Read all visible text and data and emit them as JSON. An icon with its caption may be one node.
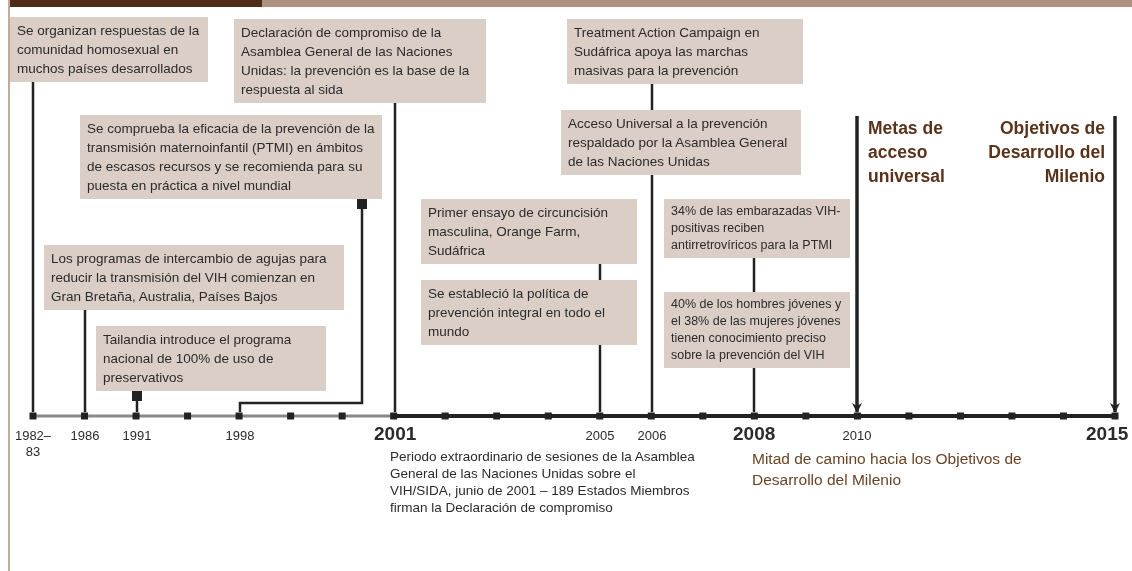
{
  "diagram": {
    "nodes": [
      {
        "text": [
          "Se organizan respuestas de la comunidad homosexual en muchos países desarrollados"
        ]
      },
      {
        "text": [
          "Declaración de compromiso de la Asamblea General de las Naciones Unidas: la prevención es la base de la respuesta al sida"
        ]
      },
      {
        "text": [
          "Treatment Action Campaign en Sudáfrica apoya las marchas masivas para la prevención"
        ]
      },
      {
        "text": [
          "Se comprueba la eficacia de la prevención de la transmisión maternoinfantil (PTMI) en ámbitos de escasos recursos y se recomienda para su puesta en práctica a nivel mundial"
        ]
      },
      {
        "text": [
          "Acceso Universal a la prevención respaldado por la Asamblea General de las Naciones Unidas"
        ]
      },
      {
        "text": [
          "Metas de acceso universal"
        ]
      },
      {
        "text": [
          "Objetivos de Desarrollo del Milenio"
        ]
      },
      {
        "text": [
          "Primer ensayo de circuncisión masculina, Orange Farm, Sudáfrica"
        ]
      },
      {
        "text": [
          "34% de las embarazadas VIH-positivas reciben antirretrovíricos para la PTMI"
        ]
      },
      {
        "text": [
          "Los programas de intercambio de agujas para reducir la transmisión del VIH comienzan en Gran Bretaña, Australia, Países Bajos"
        ]
      },
      {
        "text": [
          "Se estableció la política de prevención integral en todo el mundo"
        ]
      },
      {
        "text": [
          "40% de los hombres jóvenes y el 38% de las mujeres jóvenes tienen conocimiento preciso sobre la prevención del VIH"
        ]
      },
      {
        "text": [
          "Tailandia introduce el programa nacional de 100% de uso de preservativos"
        ]
      },
      {
        "text": [],
        "shape": "bar"
      }
    ],
    "edges": [
      {
        "from": 0,
        "to": 13,
        "arrow": "none"
      },
      {
        "from": 1,
        "to": 13,
        "arrow": "none"
      },
      {
        "from": 2,
        "to": 4,
        "arrow": "none"
      },
      {
        "from": 4,
        "to": 13,
        "arrow": "none"
      },
      {
        "from": 3,
        "to": 13,
        "arrow": "other"
      },
      {
        "from": 5,
        "to": 13,
        "arrow": "to"
      },
      {
        "from": 6,
        "to": 13,
        "arrow": "to"
      },
      {
        "from": 7,
        "to": 10,
        "arrow": "none"
      },
      {
        "from": 10,
        "to": 13,
        "arrow": "none"
      },
      {
        "from": 8,
        "to": 11,
        "arrow": "none"
      },
      {
        "from": 11,
        "to": 13,
        "arrow": "none"
      },
      {
        "from": 9,
        "to": 13,
        "arrow": "none"
      },
      {
        "from": 12,
        "to": 13,
        "arrow": "other"
      }
    ],
    "labels": [
      "1982– 83",
      "1986",
      "1991",
      "1998",
      "2001",
      "2005",
      "2006",
      "2008",
      "2010",
      "2015",
      "Periodo extraordinario de sesiones de la Asamblea General de las Naciones Unidas sobre el VIH/SIDA, junio de 2001 – 189 Estados Miembros firman la Declaración de compromiso",
      "Mitad de camino hacia los Objetivos de Desarrollo del Milenio"
    ]
  }
}
